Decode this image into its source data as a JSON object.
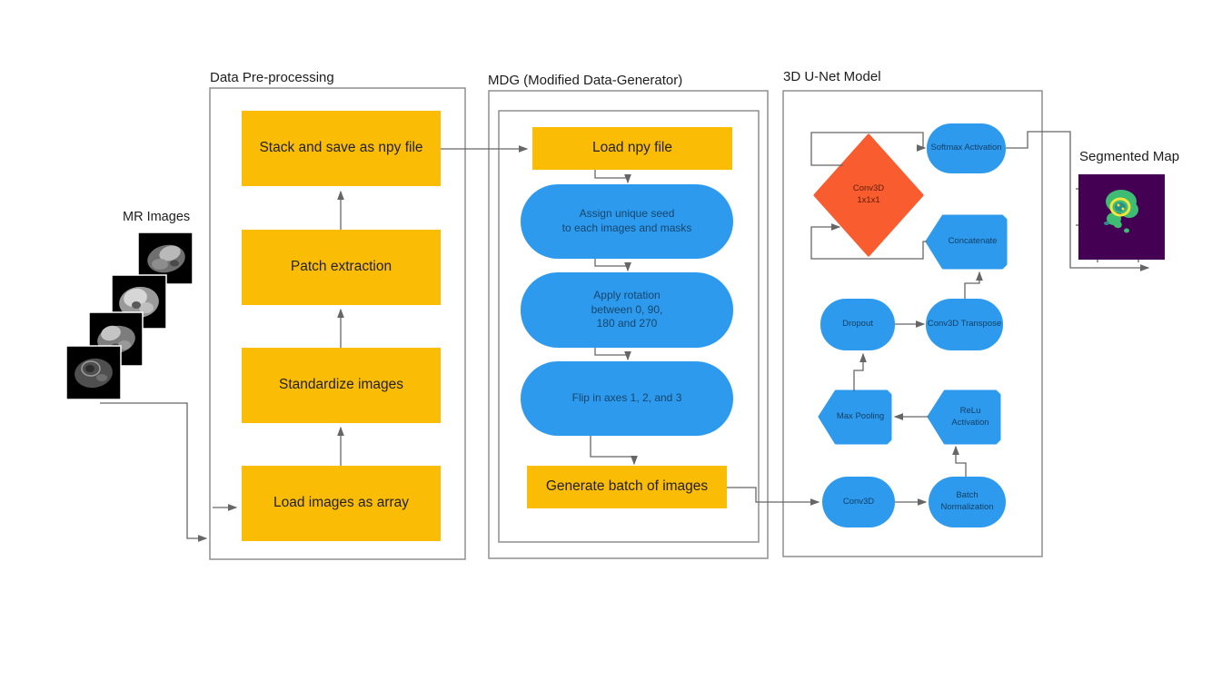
{
  "labels": {
    "mr_images": "MR Images",
    "segmented_map": "Segmented Map"
  },
  "sections": {
    "preprocessing": {
      "title": "Data Pre-processing",
      "stack": "Stack and save as npy file",
      "patch": "Patch extraction",
      "standardize": "Standardize images",
      "load": "Load images as array"
    },
    "mdg": {
      "title": "MDG (Modified Data-Generator)",
      "load_npy": "Load npy file",
      "assign": "Assign unique seed\nto each images and masks",
      "rotate": "Apply rotation\nbetween 0, 90,\n180 and 270",
      "flip": "Flip in axes 1, 2, and 3",
      "generate": "Generate batch of images"
    },
    "unet": {
      "title": "3D U-Net Model",
      "conv3d_1x1": "Conv3D\n1x1x1",
      "softmax": "Softmax Activation",
      "concatenate": "Concatenate",
      "dropout": "Dropout",
      "conv3d_transpose": "Conv3D Transpose",
      "max_pooling": "Max Pooling",
      "relu": "ReLu\nActivation",
      "conv3d": "Conv3D",
      "batch_norm": "Batch\nNormalization"
    }
  },
  "colors": {
    "process_yellow": "#FBBC05",
    "node_blue": "#2E9AEE",
    "diamond_orange": "#F95C2E",
    "connector_gray": "#666666",
    "section_border_gray": "#8f8f8f",
    "seg_map_background": "#440154",
    "seg_map_green": "#3EBC74",
    "seg_map_yellow": "#F2E63C",
    "seg_map_teal": "#2A8F8A"
  }
}
